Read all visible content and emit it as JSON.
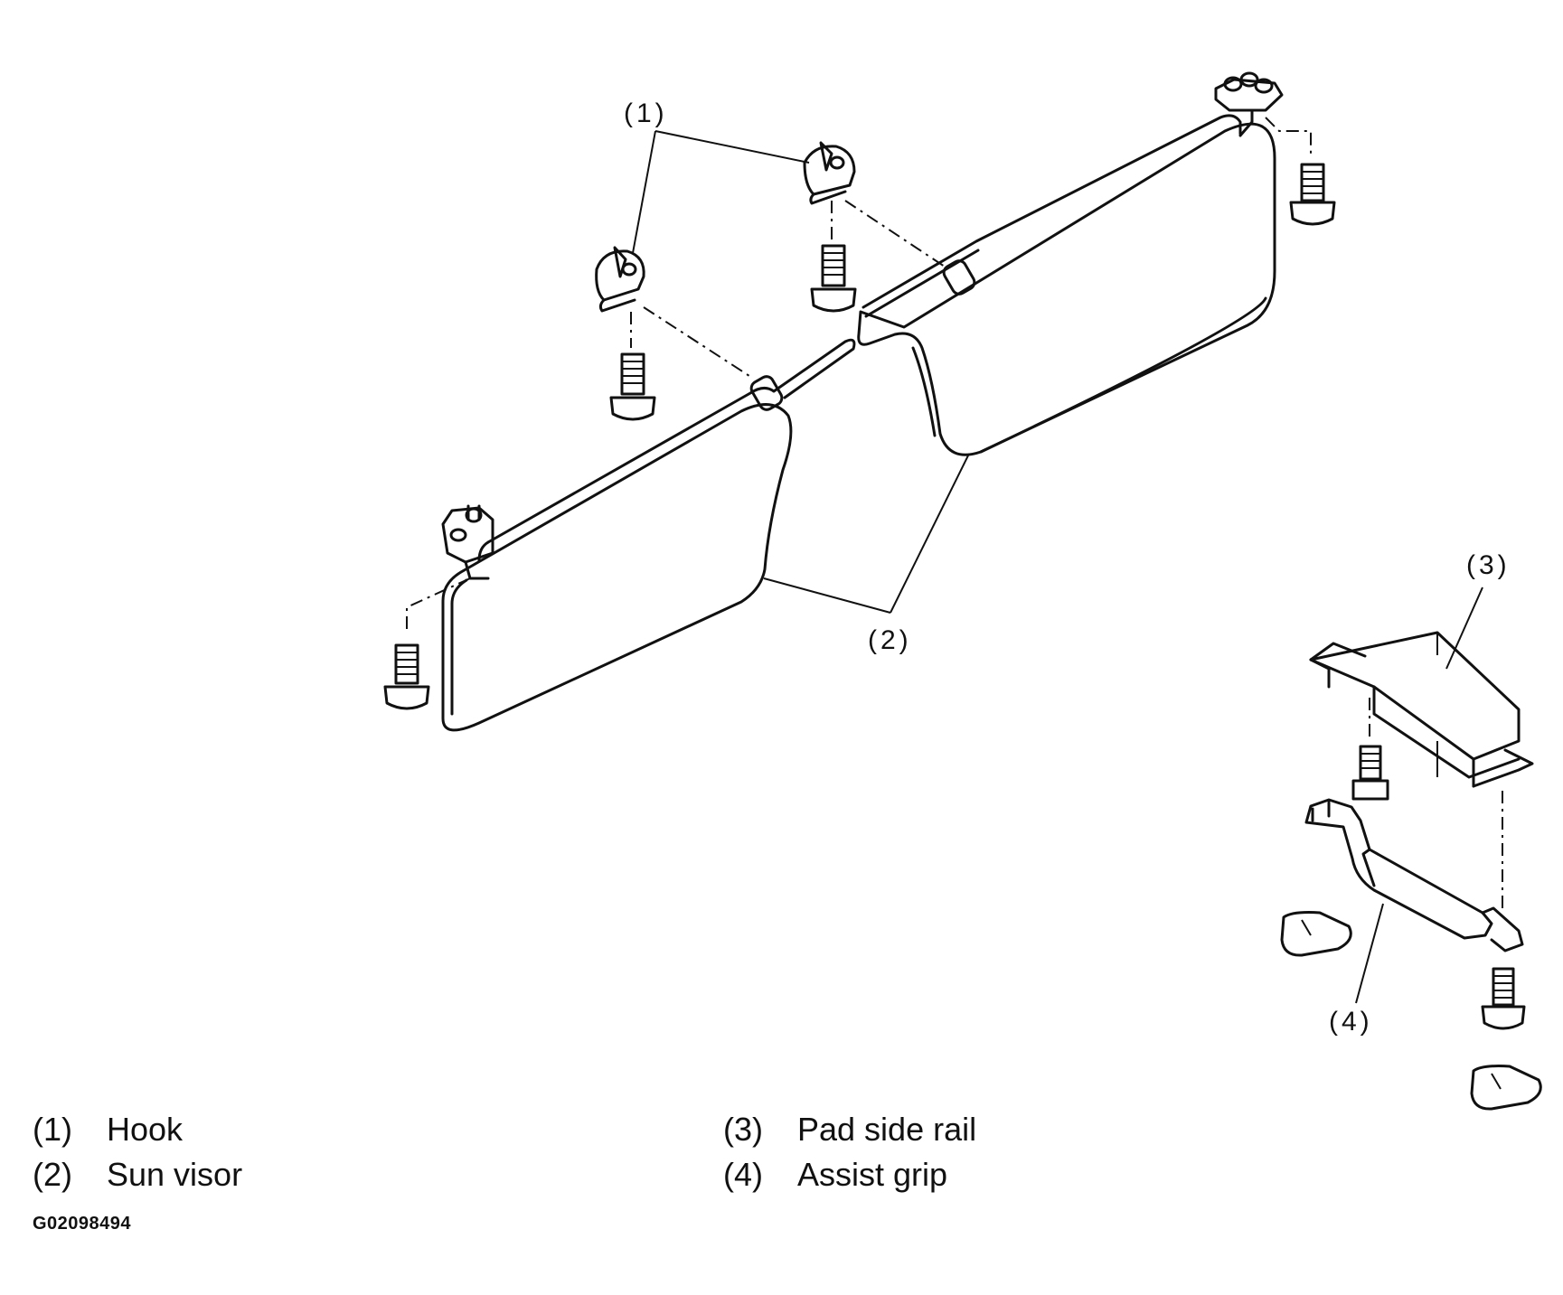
{
  "callouts": {
    "hook": "(1)",
    "sun_visor": "(2)",
    "pad_side_rail": "(3)",
    "assist_grip": "(4)"
  },
  "legend": [
    {
      "num": "(1)",
      "label": "Hook"
    },
    {
      "num": "(2)",
      "label": "Sun visor"
    },
    {
      "num": "(3)",
      "label": "Pad side rail"
    },
    {
      "num": "(4)",
      "label": "Assist grip"
    }
  ],
  "figure_id": "G02098494"
}
